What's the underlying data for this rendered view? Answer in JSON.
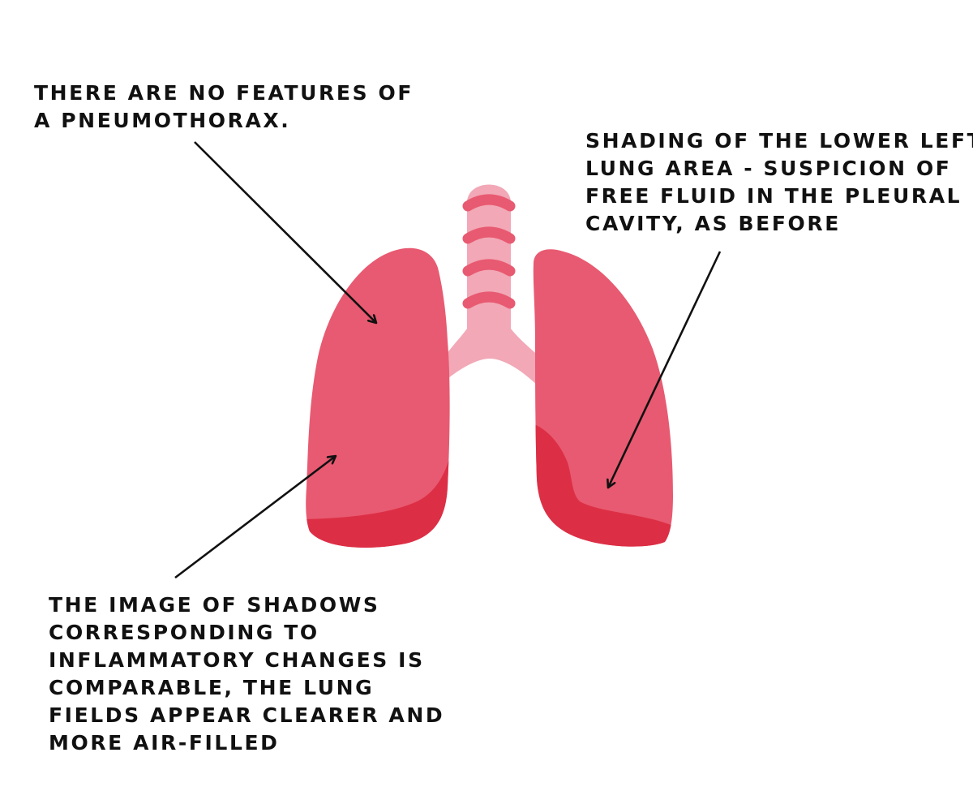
{
  "annotations": {
    "pneumothorax": {
      "lines": [
        "There are no features of",
        "a pneumothorax."
      ]
    },
    "shading": {
      "lines": [
        "Shading of the lower left",
        "lung area - suspicion of",
        "free fluid in the pleural",
        "cavity, as before"
      ]
    },
    "inflammatory": {
      "lines": [
        "The image of shadows",
        "corresponding to",
        "inflammatory changes is",
        "comparable, the lung",
        "fields appear clearer and",
        "more air-filled"
      ]
    }
  },
  "colors": {
    "lung": "#e85a71",
    "lung_shadow": "#dc2f45",
    "trachea": "#f2a8b6",
    "trachea_rings": "#e85a71",
    "text": "#111111",
    "arrow": "#111111"
  },
  "icons": {
    "organ": "lungs-illustration",
    "pointer": "arrow"
  }
}
